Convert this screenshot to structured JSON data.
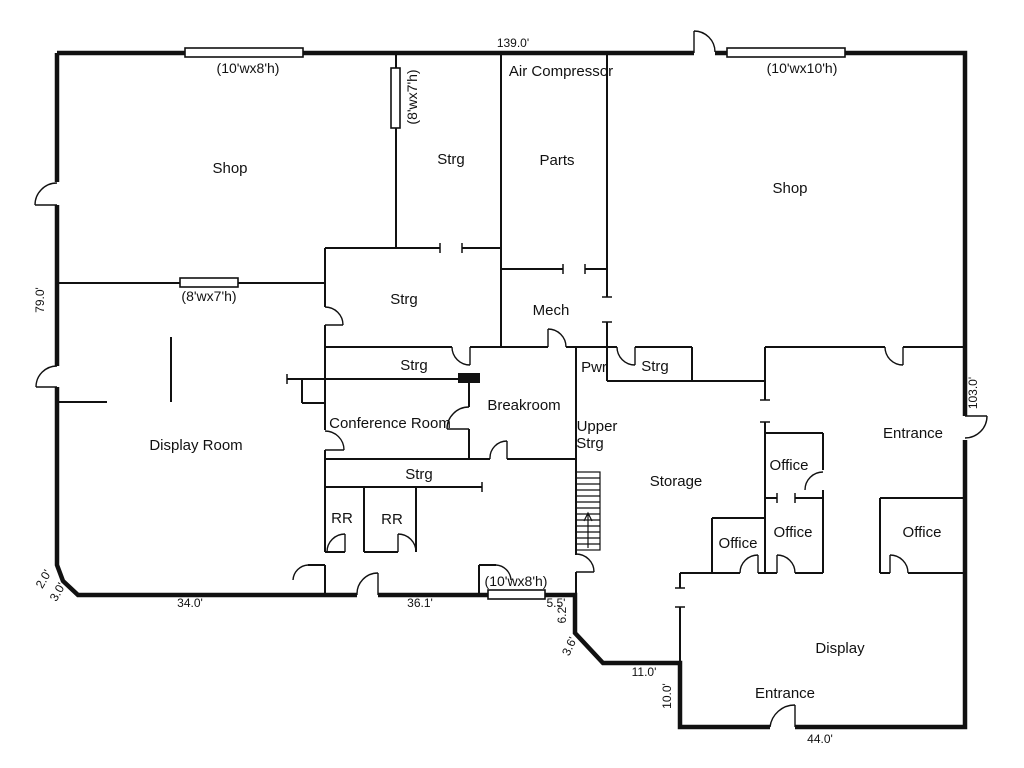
{
  "colors": {
    "background": "#ffffff",
    "line": "#111111"
  },
  "rooms": {
    "shop_left": "Shop",
    "strg_top": "Strg",
    "parts": "Parts",
    "air_compressor": "Air Compressor",
    "shop_right": "Shop",
    "strg_center": "Strg",
    "mech": "Mech",
    "strg_hall_upper": "Strg",
    "pwr": "Pwr",
    "strg_pwr": "Strg",
    "conference": "Conference Room",
    "breakroom": "Breakroom",
    "display_room": "Display Room",
    "upper_strg_line1": "Upper",
    "upper_strg_line2": "Strg",
    "storage": "Storage",
    "strg_hall_lower": "Strg",
    "rr_left": "RR",
    "rr_right": "RR",
    "office_top": "Office",
    "office_left": "Office",
    "office_middle": "Office",
    "office_right": "Office",
    "entrance_side": "Entrance",
    "display": "Display",
    "entrance_front": "Entrance"
  },
  "dimensions": {
    "top": "139.0'",
    "left": "79.0'",
    "right": "103.0'",
    "bottom_left_a": "2.0'",
    "bottom_left_b": "3.0'",
    "bottom_1": "34.0'",
    "bottom_2": "36.1'",
    "bottom_3": "5.5'",
    "jog_a": "6.2'",
    "jog_b": "3.6'",
    "jog_c": "11.0'",
    "jog_d": "10.0'",
    "bottom_4": "44.0'"
  },
  "openings": {
    "garage_top_left": "(10'wx8'h)",
    "garage_top_right": "(10'wx10'h)",
    "garage_strg": "(8'wx7'h)",
    "garage_display": "(8'wx7'h)",
    "garage_bottom": "(10'wx8'h)"
  }
}
